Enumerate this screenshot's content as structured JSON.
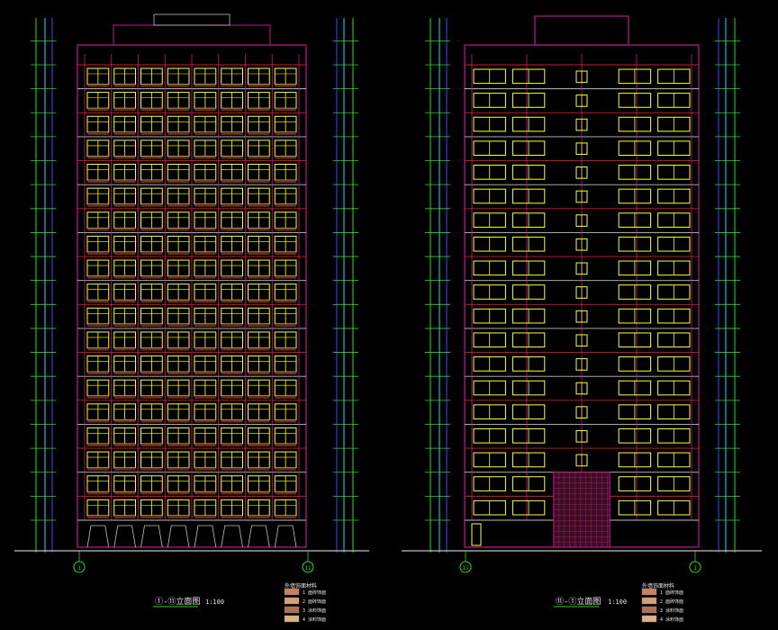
{
  "drawing": {
    "background": "#000000",
    "colors": {
      "wall": "#c01890",
      "window": "#ffff40",
      "floor_line": "#c0c0c0",
      "level_red": "#e01818",
      "dim_green": "#20e020",
      "dim_cyan": "#20d8ff",
      "dim_blue": "#3050ff",
      "text_white": "#e8e8e8",
      "axis_green": "#20e020"
    },
    "floors_typical": 19,
    "elevations": [
      {
        "id": "left",
        "axis_left_label": "1",
        "axis_right_label": "11",
        "title": "①-⑪立面图",
        "scale": "1:100"
      },
      {
        "id": "right",
        "axis_left_label": "11",
        "axis_right_label": "1",
        "title": "⑪-①立面图",
        "scale": "1:100"
      }
    ],
    "legend": [
      {
        "title": "外墙饰面材料",
        "rows": [
          {
            "code": "1",
            "text": "面砖饰面",
            "swatch": "#c88060"
          },
          {
            "code": "2",
            "text": "面砖饰面",
            "swatch": "#d8a070"
          },
          {
            "code": "3",
            "text": "涂料饰面",
            "swatch": "#b07050"
          },
          {
            "code": "4",
            "text": "涂料饰面",
            "swatch": "#e0b080"
          }
        ]
      },
      {
        "title": "外墙饰面材料",
        "rows": [
          {
            "code": "1",
            "text": "面砖饰面",
            "swatch": "#c88060"
          },
          {
            "code": "2",
            "text": "面砖饰面",
            "swatch": "#d8a070"
          },
          {
            "code": "3",
            "text": "涂料饰面",
            "swatch": "#b07050"
          },
          {
            "code": "4",
            "text": "涂料饰面",
            "swatch": "#e0b080"
          }
        ]
      }
    ]
  }
}
